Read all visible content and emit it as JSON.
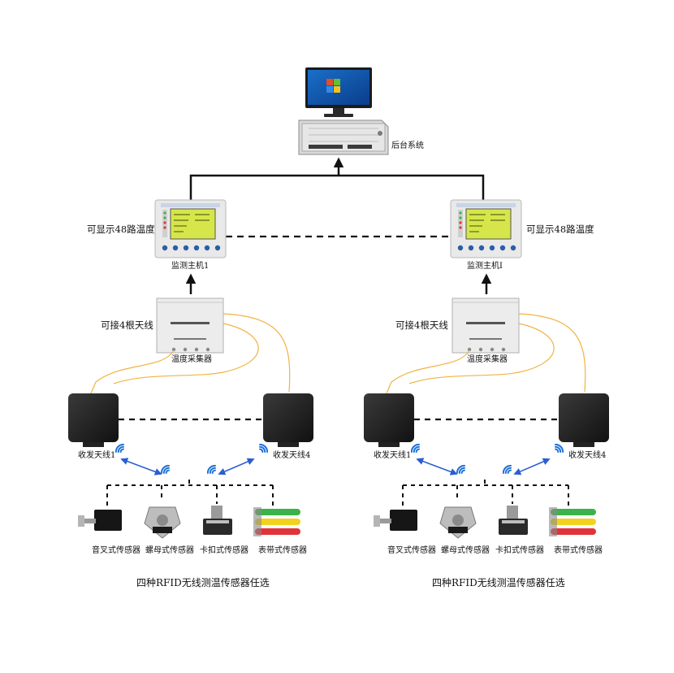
{
  "server": {
    "label": "后台系统"
  },
  "left": {
    "display_note": "可显示48路温度",
    "monitor_label": "监测主机1",
    "antenna_note": "可接4根天线",
    "collector_label": "温度采集器",
    "antenna_a_label": "收发天线1",
    "antenna_b_label": "收发天线4",
    "sensors": [
      "音叉式传感器",
      "螺母式传感器",
      "卡扣式传感器",
      "表带式传感器"
    ],
    "caption": "四种RFID无线测温传感器任选"
  },
  "right": {
    "display_note": "可显示48路温度",
    "monitor_label": "监测主机I",
    "antenna_note": "可接4根天线",
    "collector_label": "温度采集器",
    "antenna_a_label": "收发天线1",
    "antenna_b_label": "收发天线4",
    "sensors": [
      "音叉式传感器",
      "螺母式传感器",
      "卡扣式传感器",
      "表带式传感器"
    ],
    "caption": "四种RFID无线测温传感器任选"
  },
  "colors": {
    "line": "#111111",
    "wireless_arrow": "#2a5fd0",
    "wifi_blue": "#1e73d8",
    "cable": "#f2b341",
    "lcd": "#d6e64a",
    "panel": "#e9e9e9",
    "strap_green": "#3bb24a",
    "strap_yellow": "#f2d21f",
    "strap_red": "#e0333a"
  }
}
